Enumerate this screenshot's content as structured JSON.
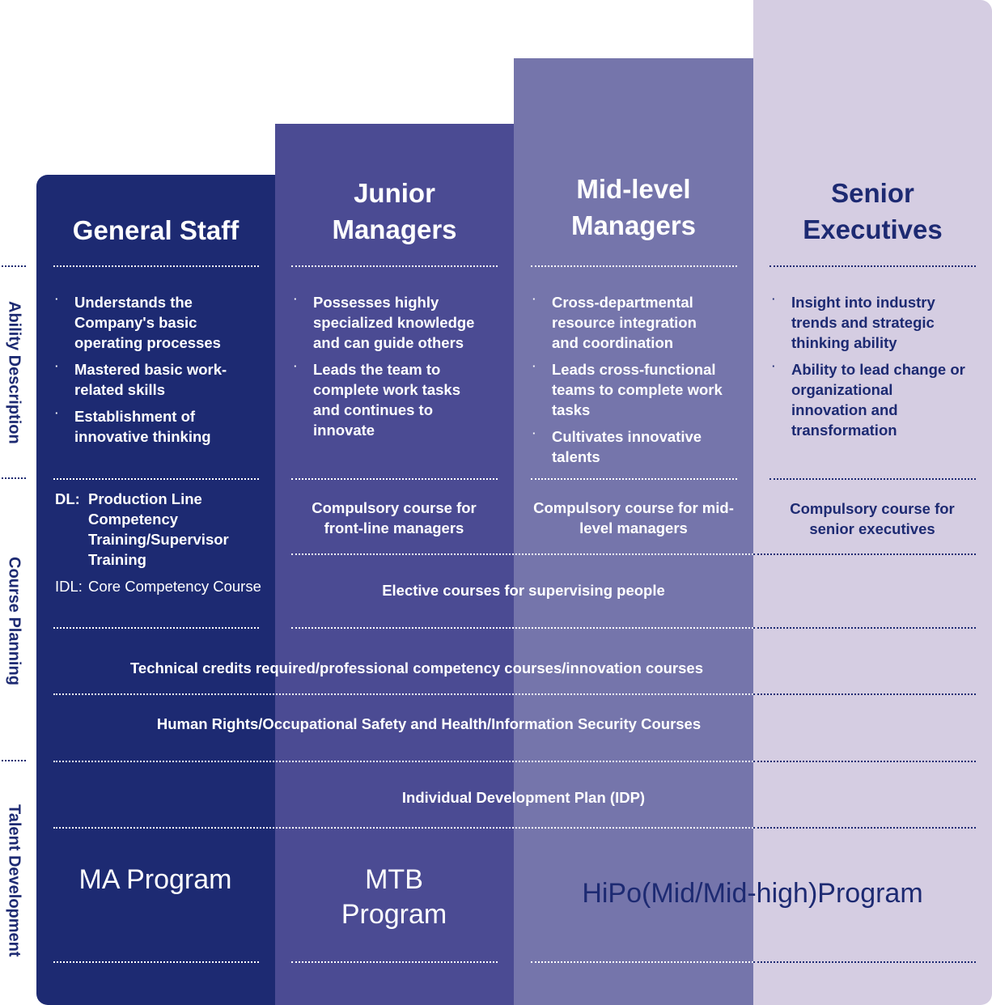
{
  "side_labels": {
    "ability": "Ability Description",
    "course": "Course Planning",
    "talent": "Talent Development"
  },
  "columns": {
    "general_staff": {
      "title": "General Staff",
      "abilities": [
        "Understands the Company's basic operating processes",
        "Mastered basic work-related skills",
        "Establishment of innovative thinking"
      ],
      "courses": [
        {
          "prefix": "DL:",
          "text": "Production Line Competency Training/Supervisor Training"
        },
        {
          "prefix": "IDL:",
          "text": "Core Competency Course"
        }
      ],
      "program": "MA Program"
    },
    "junior_managers": {
      "title": "Junior Managers",
      "abilities": [
        "Possesses highly specialized knowledge and can guide others",
        "Leads the team to complete work tasks and continues to innovate"
      ],
      "course": "Compulsory course for front-line managers",
      "program": "MTB Program"
    },
    "mid_level_managers": {
      "title": "Mid-level Managers",
      "abilities": [
        "Cross-departmental resource integration and coordination",
        "Leads cross-functional teams to complete work tasks",
        "Cultivates innovative talents"
      ],
      "course": "Compulsory course for mid-level managers"
    },
    "senior_executives": {
      "title": "Senior Executives",
      "abilities": [
        "Insight into industry trends and strategic thinking ability",
        "Ability to lead change or organizational innovation and transformation"
      ],
      "course": "Compulsory course for senior executives"
    }
  },
  "shared": {
    "elective": "Elective courses for supervising people",
    "technical": "Technical credits required/professional competency courses/innovation courses",
    "compliance": "Human Rights/Occupational Safety and Health/Information Security Courses",
    "idp": "Individual Development Plan (IDP)",
    "hipo": "HiPo(Mid/Mid-high)Program"
  },
  "bullet_symbol": "·",
  "colors": {
    "general_staff": "#1d2a72",
    "junior_managers": "#4b4b93",
    "mid_level_managers": "#7575ab",
    "senior_executives": "#d5cde2",
    "dark_text": "#1d2a72"
  }
}
